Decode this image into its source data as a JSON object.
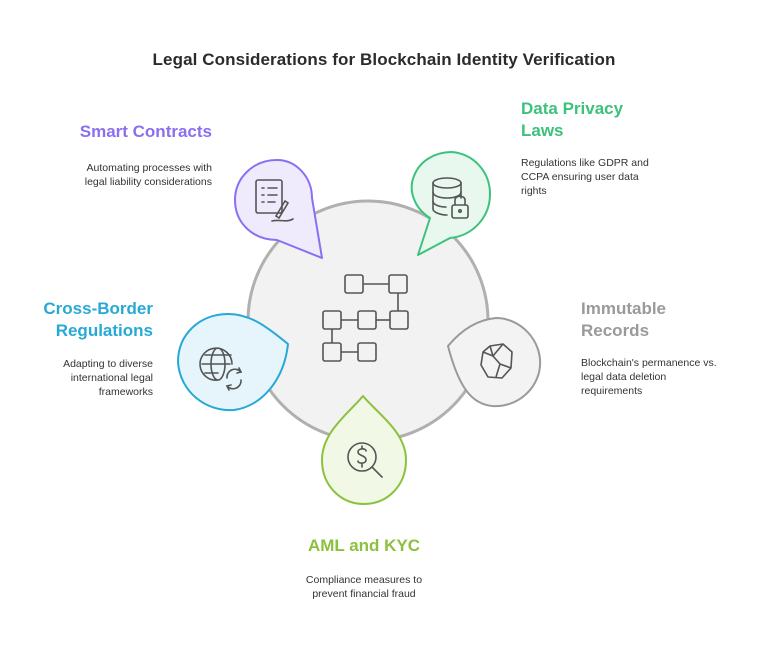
{
  "title": "Legal Considerations for Blockchain Identity Verification",
  "center_icon": "blockchain-blocks-icon",
  "items": [
    {
      "title": "Smart Contracts",
      "description_lines": [
        "Automating processes with",
        "legal liability considerations"
      ],
      "icon": "contract-signature-icon",
      "color": "#8a6ff0"
    },
    {
      "title_lines": [
        "Data Privacy",
        "Laws"
      ],
      "description_lines": [
        "Regulations like GDPR and",
        "CCPA ensuring user data",
        "rights"
      ],
      "icon": "database-lock-icon",
      "color": "#3cc27c"
    },
    {
      "title_lines": [
        "Immutable",
        "Records"
      ],
      "description_lines": [
        "Blockchain's permanence vs.",
        "legal data deletion",
        "requirements"
      ],
      "icon": "stone-icon",
      "color": "#9a9a9a"
    },
    {
      "title": "AML and KYC",
      "description_lines": [
        "Compliance measures to",
        "prevent financial fraud"
      ],
      "icon": "dollar-search-icon",
      "color": "#8cc13f"
    },
    {
      "title_lines": [
        "Cross-Border",
        "Regulations"
      ],
      "description_lines": [
        "Adapting to diverse",
        "international legal",
        "frameworks"
      ],
      "icon": "globe-sync-icon",
      "color": "#27a9d6"
    }
  ]
}
